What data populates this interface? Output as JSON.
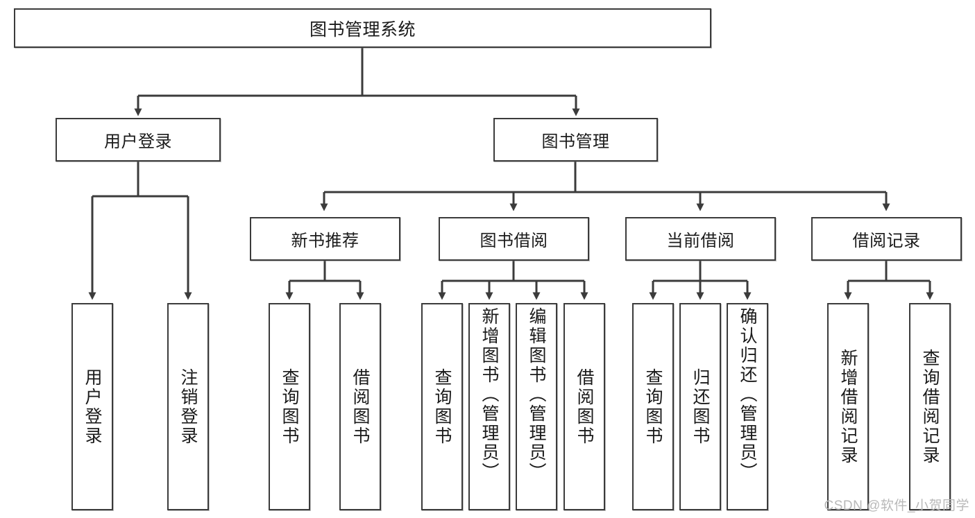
{
  "diagram": {
    "title": "图书管理系统",
    "type": "tree-hierarchy",
    "watermark": "CSDN @软件_小贺同学",
    "colors": {
      "node_border": "#3b3b3b",
      "node_fill": "#ffffff",
      "connector": "#3b3b3b",
      "text": "#1a1a1a",
      "watermark": "#b9b9b9",
      "background": "#ffffff"
    }
  },
  "nodes": {
    "root": {
      "label": "图书管理系统"
    },
    "level1": [
      {
        "id": "user-login",
        "label": "用户登录"
      },
      {
        "id": "book-management",
        "label": "图书管理"
      }
    ],
    "level2": [
      {
        "id": "new-book-recommend",
        "label": "新书推荐"
      },
      {
        "id": "book-borrow",
        "label": "图书借阅"
      },
      {
        "id": "current-borrow",
        "label": "当前借阅"
      },
      {
        "id": "borrow-record",
        "label": "借阅记录"
      }
    ],
    "leaves": {
      "user-login": [
        {
          "id": "leaf-user-login",
          "label": "用户登录"
        },
        {
          "id": "leaf-logout-login",
          "label": "注销登录"
        }
      ],
      "new-book-recommend": [
        {
          "id": "leaf-query-book-1",
          "label": "查询图书"
        },
        {
          "id": "leaf-borrow-book-1",
          "label": "借阅图书"
        }
      ],
      "book-borrow": [
        {
          "id": "leaf-query-book-2",
          "label": "查询图书"
        },
        {
          "id": "leaf-add-book",
          "label": "新增图书（管理员）"
        },
        {
          "id": "leaf-edit-book",
          "label": "编辑图书（管理员）"
        },
        {
          "id": "leaf-borrow-book-2",
          "label": "借阅图书"
        }
      ],
      "current-borrow": [
        {
          "id": "leaf-query-book-3",
          "label": "查询图书"
        },
        {
          "id": "leaf-return-book",
          "label": "归还图书"
        },
        {
          "id": "leaf-confirm-return",
          "label": "确认归还（管理员）"
        }
      ],
      "borrow-record": [
        {
          "id": "leaf-add-record",
          "label": "新增借阅记录"
        },
        {
          "id": "leaf-query-record",
          "label": "查询借阅记录"
        }
      ]
    }
  }
}
